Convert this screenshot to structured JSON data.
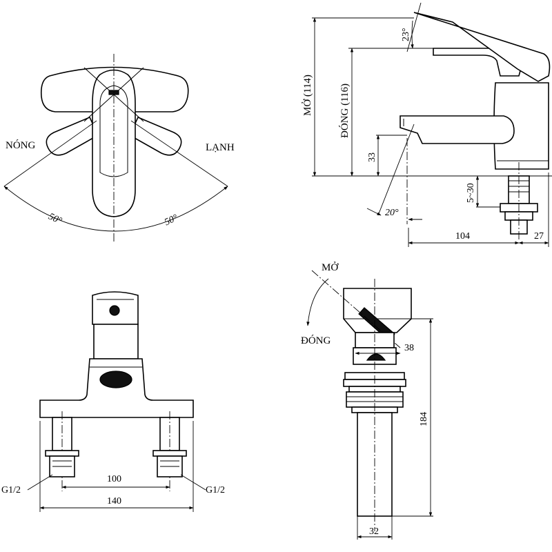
{
  "top_view": {
    "hot_label": "NÓNG",
    "cold_label": "LẠNH",
    "angle_left": "50°",
    "angle_right": "50°"
  },
  "side_view": {
    "open_height": "MỞ (114)",
    "closed_height": "ĐÓNG (116)",
    "handle_angle": "23°",
    "spout_height": "33",
    "spout_angle": "20°",
    "deck_range": "5~30",
    "reach": "104",
    "shank_offset": "27"
  },
  "front_view": {
    "thread_left": "G1/2",
    "thread_right": "G1/2",
    "inner_spacing": "100",
    "outer_width": "140"
  },
  "drain_view": {
    "open_label": "MỞ",
    "closed_label": "ĐÓNG",
    "diameter_top": "38",
    "total_height": "184",
    "diameter_bottom": "32"
  }
}
